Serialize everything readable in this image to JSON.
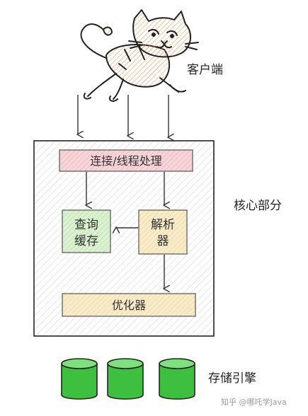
{
  "labels": {
    "client": "客户端",
    "core": "核心部分",
    "storage": "存储引擎"
  },
  "boxes": {
    "connection": "连接/线程处理",
    "query_cache_line1": "查询",
    "query_cache_line2": "缓存",
    "parser_line1": "解析",
    "parser_line2": "器",
    "optimizer": "优化器"
  },
  "watermark": "知乎 @哪吒学Java",
  "colors": {
    "connection_fill": "#f2c6cc",
    "cache_fill": "#cfe9c3",
    "parser_fill": "#f6e6bf",
    "optimizer_fill": "#f6e6bf",
    "cylinder_fill": "#3fbf3f",
    "cat_fill": "#e8a05a"
  }
}
